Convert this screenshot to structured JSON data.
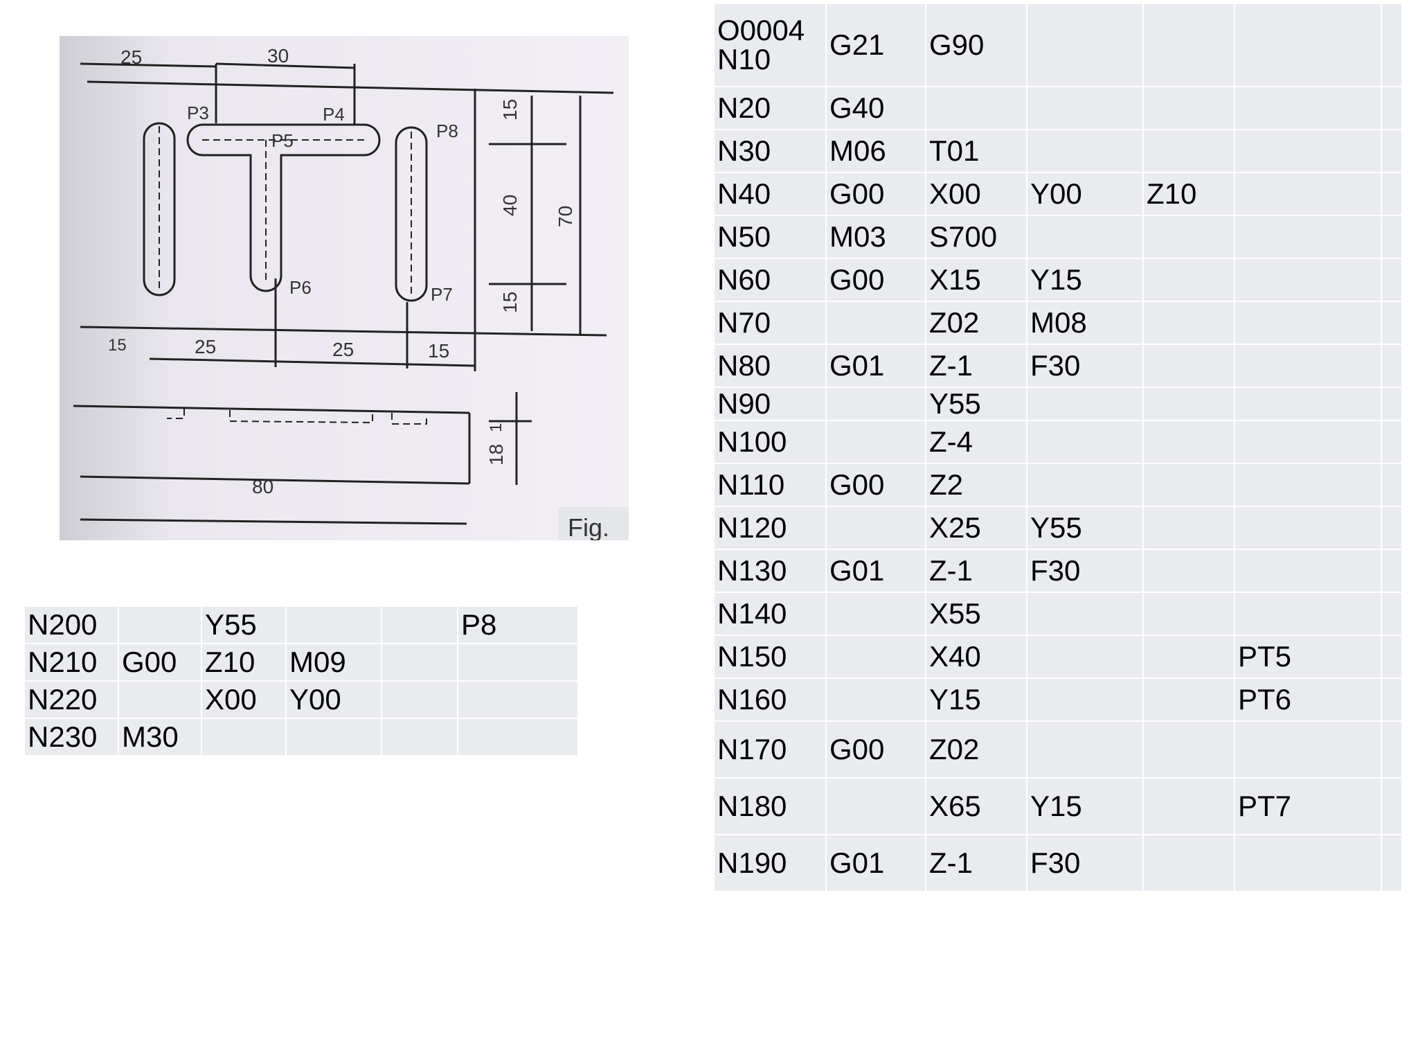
{
  "drawing": {
    "dims": {
      "top_left": "25",
      "top_mid": "30",
      "right_top": "15",
      "right_mid": "40",
      "right_bottom": "15",
      "right_total": "70",
      "bottom_1": "25",
      "bottom_2": "25",
      "bottom_3": "15",
      "bottom_left": "15",
      "depth": "1",
      "thickness": "18",
      "length": "80"
    },
    "points": {
      "p3": "P3",
      "p4": "P4",
      "p5": "P5",
      "p6": "P6",
      "p7": "P7",
      "p8": "P8"
    },
    "fig_label": "Fig."
  },
  "right_table": {
    "rows": [
      [
        "O0004\nN10",
        "G21",
        "G90",
        "",
        "",
        "",
        ""
      ],
      [
        "N20",
        "G40",
        "",
        "",
        "",
        "",
        ""
      ],
      [
        "N30",
        "M06",
        "T01",
        "",
        "",
        "",
        ""
      ],
      [
        "N40",
        "G00",
        "X00",
        "Y00",
        "Z10",
        "",
        ""
      ],
      [
        "N50",
        "M03",
        "S700",
        "",
        "",
        "",
        ""
      ],
      [
        "N60",
        "G00",
        "X15",
        "Y15",
        "",
        "",
        ""
      ],
      [
        "N70",
        "",
        "Z02",
        "M08",
        "",
        "",
        ""
      ],
      [
        "N80",
        "G01",
        "Z-1",
        "F30",
        "",
        "",
        ""
      ],
      [
        "N90",
        "",
        "Y55",
        "",
        "",
        "",
        ""
      ],
      [
        "N100",
        "",
        "Z-4",
        "",
        "",
        "",
        ""
      ],
      [
        "N110",
        "G00",
        "Z2",
        "",
        "",
        "",
        ""
      ],
      [
        "N120",
        "",
        "X25",
        "Y55",
        "",
        "",
        ""
      ],
      [
        "N130",
        "G01",
        "Z-1",
        "F30",
        "",
        "",
        ""
      ],
      [
        "N140",
        "",
        "X55",
        "",
        "",
        "",
        ""
      ],
      [
        "N150",
        "",
        "X40",
        "",
        "",
        "PT5",
        ""
      ],
      [
        "N160",
        "",
        "Y15",
        "",
        "",
        "PT6",
        ""
      ],
      [
        "N170",
        "G00",
        "Z02",
        "",
        "",
        "",
        ""
      ],
      [
        "N180",
        "",
        "X65",
        "Y15",
        "",
        "PT7",
        ""
      ],
      [
        "N190",
        "G01",
        "Z-1",
        "F30",
        "",
        "",
        ""
      ]
    ]
  },
  "left_table": {
    "rows": [
      [
        "N200",
        "",
        "Y55",
        "",
        "",
        "P8"
      ],
      [
        "N210",
        "G00",
        "Z10",
        "M09",
        "",
        ""
      ],
      [
        "N220",
        "",
        "X00",
        "Y00",
        "",
        ""
      ],
      [
        "N230",
        "M30",
        "",
        "",
        "",
        ""
      ]
    ]
  }
}
